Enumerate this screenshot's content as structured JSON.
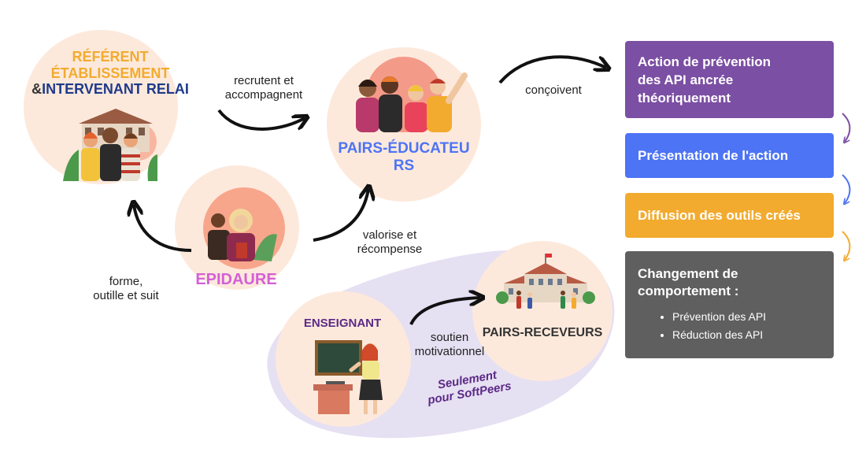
{
  "nodes": {
    "referent": {
      "line1": "RÉFÉRENT",
      "line2": "ÉTABLISSEMENT",
      "amp": "&",
      "line3": "INTERVENANT RELAI"
    },
    "pairs_educateurs": {
      "line1": "PAIRS-ÉDUCATEU",
      "line2": "RS"
    },
    "epidaure": {
      "label": "EPIDAURE"
    },
    "enseignant": {
      "label": "ENSEIGNANT"
    },
    "pairs_receveurs": {
      "label": "PAIRS-RECEVEURS"
    }
  },
  "edges": {
    "recrutent": {
      "line1": "recrutent et",
      "line2": "accompagnent"
    },
    "concoivent": {
      "label": "conçoivent"
    },
    "valorise": {
      "line1": "valorise et",
      "line2": "récompense"
    },
    "forme": {
      "line1": "forme,",
      "line2": "outille et suit"
    },
    "soutien": {
      "line1": "soutien",
      "line2": "motivationnel"
    }
  },
  "softpeers_note": {
    "line1": "Seulement",
    "line2": "pour SoftPeers"
  },
  "steps": [
    {
      "lines": [
        "Action de prévention",
        "des API ancrée",
        "théoriquement"
      ],
      "color": "#7b4fa3"
    },
    {
      "lines": [
        "Présentation de l'action"
      ],
      "color": "#4d74f5"
    },
    {
      "lines": [
        "Diffusion des outils créés"
      ],
      "color": "#f2ab2e"
    },
    {
      "lines": [
        "Changement de",
        "comportement :"
      ],
      "color": "#5f5f5f",
      "bullets": [
        "Prévention des API",
        "Réduction des API"
      ]
    }
  ],
  "colors": {
    "circle": "#fde9dc",
    "referent_yellow": "#f2ab2e",
    "intervenant_blue": "#1e3a8a",
    "pairs_blue": "#4d74f5",
    "epidaure_pink": "#d45fd6",
    "enseignant_purple": "#5b2a86",
    "note_purple": "#5b2a86",
    "blob": "#e6e0f3"
  }
}
